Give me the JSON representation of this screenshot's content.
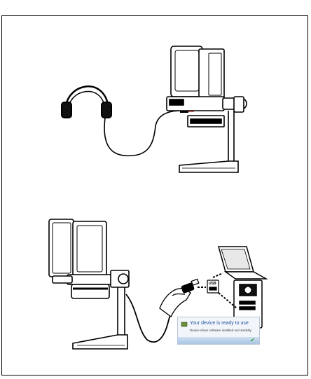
{
  "toast": {
    "title": "Your device is ready to use",
    "subtitle": "Device driver software installed successfully."
  },
  "labels": {
    "usb": "USB"
  }
}
